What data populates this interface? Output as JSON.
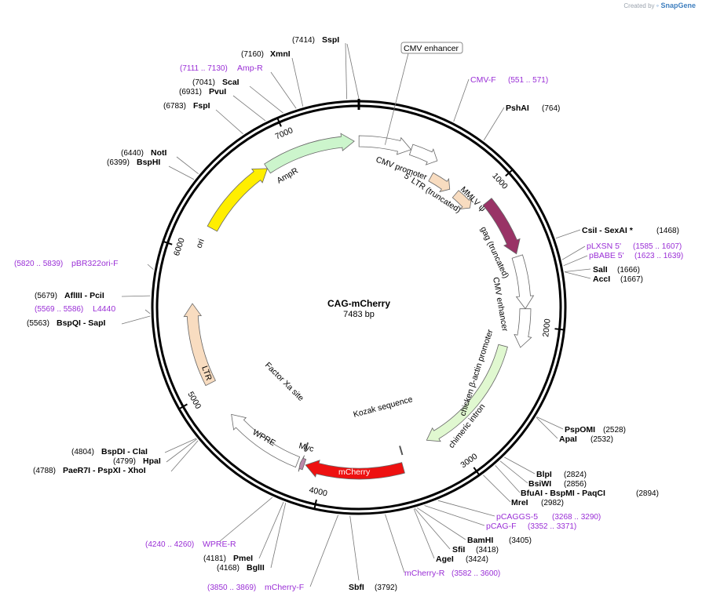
{
  "credit": {
    "prefix": "Created by",
    "brand": "SnapGene"
  },
  "plasmid": {
    "name": "CAG-mCherry",
    "length_label": "7483 bp",
    "length_bp": 7483
  },
  "map": {
    "origin_tick": 0
  },
  "ticks": [
    {
      "bp": 1000,
      "label": "1000"
    },
    {
      "bp": 2000,
      "label": "2000"
    },
    {
      "bp": 3000,
      "label": "3000"
    },
    {
      "bp": 4000,
      "label": "4000"
    },
    {
      "bp": 5000,
      "label": "5000"
    },
    {
      "bp": 6000,
      "label": "6000"
    },
    {
      "bp": 7000,
      "label": "7000"
    }
  ],
  "features": [
    {
      "name": "CMV enhancer",
      "label": "CMV enhancer",
      "start": 1,
      "end": 380,
      "ring": 1,
      "color": "#ffffff",
      "boxed_label": true
    },
    {
      "name": "CMV promoter",
      "label": "CMV promoter",
      "start": 381,
      "end": 584,
      "ring": 1,
      "color": "#ffffff"
    },
    {
      "name": "5' LTR (truncated)",
      "label": "5' LTR (truncated)",
      "start": 600,
      "end": 780,
      "ring": 2,
      "color": "#f8dcc0"
    },
    {
      "name": "MMLV psi",
      "label": "MMLV ψ",
      "start": 840,
      "end": 1000,
      "ring": 2,
      "color": "#f8dcc0"
    },
    {
      "name": "gag (truncated)",
      "label": "gag (truncated)",
      "start": 1050,
      "end": 1480,
      "ring": 1,
      "color": "#993366"
    },
    {
      "name": "CMV enhancer 2",
      "label": "CMV enhancer",
      "start": 1500,
      "end": 1880,
      "ring": 1,
      "color": "#ffffff"
    },
    {
      "name": "chicken beta-actin promoter",
      "label": "chicken β-actin promoter",
      "start": 1880,
      "end": 2160,
      "ring": 1,
      "color": "#ffffff"
    },
    {
      "name": "chimeric intron",
      "label": "chimeric intron",
      "start": 2180,
      "end": 3180,
      "ring": 2,
      "color": "#e0f8d0"
    },
    {
      "name": "Kozak sequence",
      "label": "Kozak sequence",
      "start": 3400,
      "end": 3410,
      "ring": 2,
      "color": "#ffffff"
    },
    {
      "name": "mCherry",
      "label": "mCherry",
      "start": 3420,
      "end": 4130,
      "ring": 1,
      "color": "#ee1111"
    },
    {
      "name": "Myc",
      "label": "Myc",
      "start": 4140,
      "end": 4170,
      "ring": 1,
      "color": "#bb88aa"
    },
    {
      "name": "WPRE",
      "label": "WPRE",
      "start": 4190,
      "end": 4780,
      "ring": 1,
      "color": "#ffffff"
    },
    {
      "name": "Factor Xa site",
      "label": "Factor Xa site",
      "start": 4170,
      "end": 4182,
      "ring": 2,
      "color": "#ffffff"
    },
    {
      "name": "LTR",
      "label": "LTR",
      "start": 5050,
      "end": 5640,
      "ring": 1,
      "color": "#f8dcc0"
    },
    {
      "name": "ori",
      "label": "ori",
      "start": 6200,
      "end": 6790,
      "ring": 1,
      "color": "#ffee00"
    },
    {
      "name": "AmpR",
      "label": "AmpR",
      "start": 6790,
      "end": 7450,
      "ring": 1,
      "color": "#ccf5cc"
    }
  ],
  "enzymes": [
    {
      "name": "SspI",
      "pos": "(7414)"
    },
    {
      "name": "XmnI",
      "pos": "(7160)"
    },
    {
      "name": "ScaI",
      "pos": "(7041)"
    },
    {
      "name": "PvuI",
      "pos": "(6931)"
    },
    {
      "name": "FspI",
      "pos": "(6783)"
    },
    {
      "name": "NotI",
      "pos": "(6440)"
    },
    {
      "name": "BspHI",
      "pos": "(6399)"
    },
    {
      "name": "AflIII - PciI",
      "pos": "(5679)"
    },
    {
      "name": "BspQI - SapI",
      "pos": "(5563)"
    },
    {
      "name": "BspDI - ClaI",
      "pos": "(4804)"
    },
    {
      "name": "HpaI",
      "pos": "(4799)"
    },
    {
      "name": "PaeR7I - PspXI - XhoI",
      "pos": "(4788)"
    },
    {
      "name": "PmeI",
      "pos": "(4181)"
    },
    {
      "name": "BglII",
      "pos": "(4168)"
    },
    {
      "name": "SbfI",
      "pos": "(3792)"
    },
    {
      "name": "AgeI",
      "pos": "(3424)"
    },
    {
      "name": "SfiI",
      "pos": "(3418)"
    },
    {
      "name": "BamHI",
      "pos": "(3405)"
    },
    {
      "name": "MreI",
      "pos": "(2982)"
    },
    {
      "name": "BfuAI - BspMI - PaqCI",
      "pos": "(2894)"
    },
    {
      "name": "BsiWI",
      "pos": "(2856)"
    },
    {
      "name": "BlpI",
      "pos": "(2824)"
    },
    {
      "name": "ApaI",
      "pos": "(2532)"
    },
    {
      "name": "PspOMI",
      "pos": "(2528)"
    },
    {
      "name": "AccI",
      "pos": "(1667)"
    },
    {
      "name": "SalI",
      "pos": "(1666)"
    },
    {
      "name": "CsiI - SexAI *",
      "pos": "(1468)"
    },
    {
      "name": "PshAI",
      "pos": "(764)"
    }
  ],
  "primers": [
    {
      "name": "Amp-R",
      "range": "(7111 .. 7130)"
    },
    {
      "name": "CMV-F",
      "range": "(551 .. 571)"
    },
    {
      "name": "pLXSN 5'",
      "range": "(1585 .. 1607)"
    },
    {
      "name": "pBABE 5'",
      "range": "(1623 .. 1639)"
    },
    {
      "name": "pCAGGS-5",
      "range": "(3268 .. 3290)"
    },
    {
      "name": "pCAG-F",
      "range": "(3352 .. 3371)"
    },
    {
      "name": "mCherry-R",
      "range": "(3582 .. 3600)"
    },
    {
      "name": "mCherry-F",
      "range": "(3850 .. 3869)"
    },
    {
      "name": "WPRE-R",
      "range": "(4240 .. 4260)"
    },
    {
      "name": "L4440",
      "range": "(5569 .. 5586)"
    },
    {
      "name": "pBR322ori-F",
      "range": "(5820 .. 5839)"
    }
  ]
}
